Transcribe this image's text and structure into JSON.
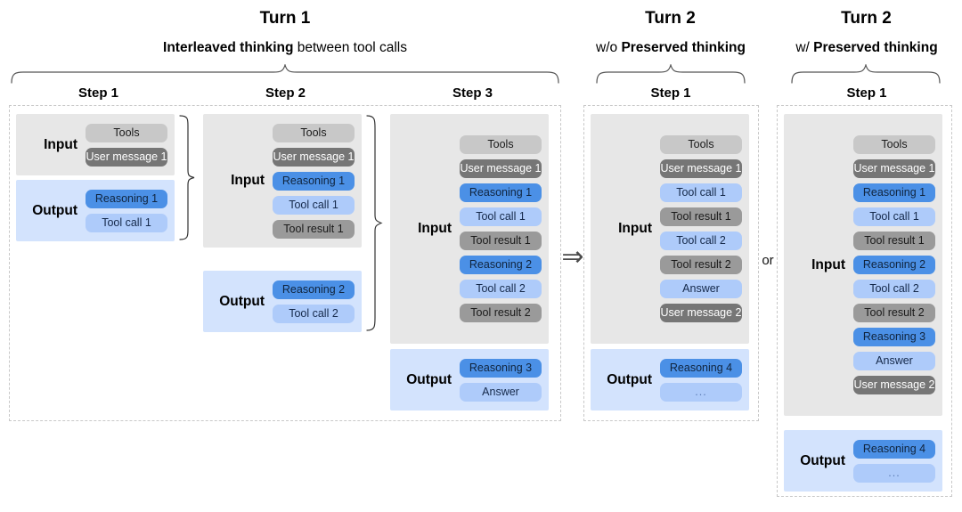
{
  "diagram": {
    "title_turn1": "Turn 1",
    "subtitle_turn1_bold": "Interleaved thinking",
    "subtitle_turn1_rest": " between tool calls",
    "title_turn2a": "Turn 2",
    "subtitle_turn2a_pre": "w/o ",
    "subtitle_turn2a_bold": "Preserved thinking",
    "title_turn2b": "Turn 2",
    "subtitle_turn2b_pre": "w/ ",
    "subtitle_turn2b_bold": "Preserved thinking",
    "connector_arrow": "⇒",
    "connector_or": "or",
    "label_input": "Input",
    "label_output": "Output"
  },
  "colors": {
    "tools": "#c8c8c8",
    "user_message": "#767676",
    "tool_result": "#9a9a9a",
    "reasoning": "#4b90e6",
    "tool_call": "#aecbfa",
    "answer": "#aecbfa",
    "input_bg": "#e7e7e7",
    "output_bg": "#d3e3fd",
    "dashed_border": "#c8c8c8"
  },
  "steps": {
    "turn1_step1": "Step 1",
    "turn1_step2": "Step 2",
    "turn1_step3": "Step 3",
    "turn2a_step1": "Step 1",
    "turn2b_step1": "Step 1"
  },
  "panels": [
    {
      "id": "turn1-step1",
      "input": [
        "Tools",
        "User message 1"
      ],
      "output": [
        "Reasoning 1",
        "Tool call 1"
      ]
    },
    {
      "id": "turn1-step2",
      "input": [
        "Tools",
        "User message 1",
        "Reasoning 1",
        "Tool call 1",
        "Tool result 1"
      ],
      "output": [
        "Reasoning 2",
        "Tool call 2"
      ]
    },
    {
      "id": "turn1-step3",
      "input": [
        "Tools",
        "User message 1",
        "Reasoning 1",
        "Tool call 1",
        "Tool result 1",
        "Reasoning 2",
        "Tool call 2",
        "Tool result 2"
      ],
      "output": [
        "Reasoning 3",
        "Answer"
      ]
    },
    {
      "id": "turn2-wo-step1",
      "input": [
        "Tools",
        "User message 1",
        "Tool call 1",
        "Tool result 1",
        "Tool call 2",
        "Tool result 2",
        "Answer",
        "User message 2"
      ],
      "output": [
        "Reasoning 4",
        "..."
      ]
    },
    {
      "id": "turn2-w-step1",
      "input": [
        "Tools",
        "User message 1",
        "Reasoning 1",
        "Tool call 1",
        "Tool result 1",
        "Reasoning 2",
        "Tool call 2",
        "Tool result 2",
        "Reasoning 3",
        "Answer",
        "User message 2"
      ],
      "output": [
        "Reasoning 4",
        "..."
      ]
    }
  ],
  "pill_text": {
    "tools": "Tools",
    "user_message_1": "User message 1",
    "user_message_2": "User message 2",
    "reasoning_1": "Reasoning 1",
    "reasoning_2": "Reasoning 2",
    "reasoning_3": "Reasoning 3",
    "reasoning_4": "Reasoning 4",
    "tool_call_1": "Tool call 1",
    "tool_call_2": "Tool call 2",
    "tool_result_1": "Tool result 1",
    "tool_result_2": "Tool result 2",
    "answer": "Answer",
    "ellipsis": "..."
  }
}
